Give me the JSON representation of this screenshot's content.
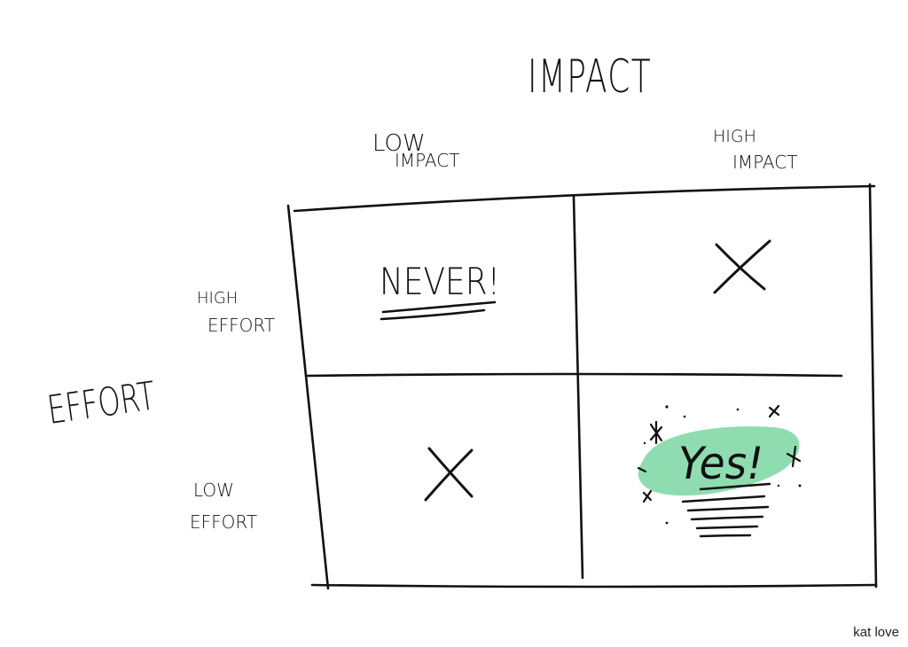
{
  "diagram": {
    "title": "IMPACT",
    "column_headers": [
      {
        "line1": "LOW",
        "line2": "IMPACT"
      },
      {
        "line1": "HIGH",
        "line2": "IMPACT"
      }
    ],
    "row_axis_title": "EFFORT",
    "row_headers": [
      {
        "line1": "HIGH",
        "line2": "EFFORT"
      },
      {
        "line1": "LOW",
        "line2": "EFFORT"
      }
    ],
    "cells": {
      "high_effort_low_impact": "NEVER!",
      "high_effort_high_impact": "X",
      "low_effort_low_impact": "X",
      "low_effort_high_impact": "Yes!"
    },
    "highlight_color": "#8fdcb0",
    "ink_color": "#111111"
  },
  "credit": "kat love"
}
